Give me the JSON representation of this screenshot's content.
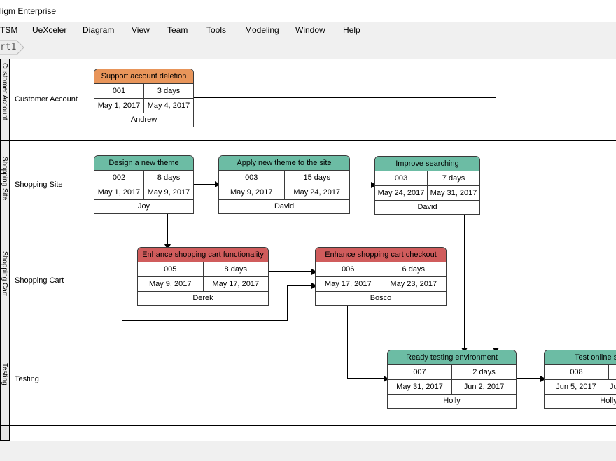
{
  "window": {
    "title": "ligm Enterprise"
  },
  "menu": [
    "TSM",
    "UeXceler",
    "Diagram",
    "View",
    "Team",
    "Tools",
    "Modeling",
    "Window",
    "Help"
  ],
  "breadcrumb": {
    "label": "rt1"
  },
  "colors": {
    "orange": "#e8955a",
    "green": "#6cbca4",
    "red": "#d05c5c"
  },
  "lanes": [
    {
      "label": "Customer Account",
      "side_label": "Customer Account"
    },
    {
      "label": "Shopping Site",
      "side_label": "Shopping Site"
    },
    {
      "label": "Shopping Cart",
      "side_label": "Shopping Cart"
    },
    {
      "label": "Testing",
      "side_label": "Testing"
    }
  ],
  "tasks": [
    {
      "title": "Support account deletion",
      "id": "001",
      "duration": "3 days",
      "start": "May 1, 2017",
      "end": "May 4, 2017",
      "owner": "Andrew",
      "color": "orange"
    },
    {
      "title": "Design a new theme",
      "id": "002",
      "duration": "8 days",
      "start": "May 1, 2017",
      "end": "May 9, 2017",
      "owner": "Joy",
      "color": "green"
    },
    {
      "title": "Apply new theme to the site",
      "id": "003",
      "duration": "15 days",
      "start": "May 9, 2017",
      "end": "May 24, 2017",
      "owner": "David",
      "color": "green"
    },
    {
      "title": "Improve searching",
      "id": "003",
      "duration": "7 days",
      "start": "May 24, 2017",
      "end": "May 31, 2017",
      "owner": "David",
      "color": "green"
    },
    {
      "title": "Enhance shopping cart functionality",
      "id": "005",
      "duration": "8 days",
      "start": "May 9, 2017",
      "end": "May 17, 2017",
      "owner": "Derek",
      "color": "red"
    },
    {
      "title": "Enhance shopping cart checkout",
      "id": "006",
      "duration": "6 days",
      "start": "May 17, 2017",
      "end": "May 23, 2017",
      "owner": "Bosco",
      "color": "red"
    },
    {
      "title": "Ready testing environment",
      "id": "007",
      "duration": "2 days",
      "start": "May 31, 2017",
      "end": "Jun 2, 2017",
      "owner": "Holly",
      "color": "green"
    },
    {
      "title": "Test online s",
      "id": "008",
      "duration": "",
      "start": "Jun 5, 2017",
      "end": "Ju",
      "owner": "Holly",
      "color": "green"
    }
  ]
}
